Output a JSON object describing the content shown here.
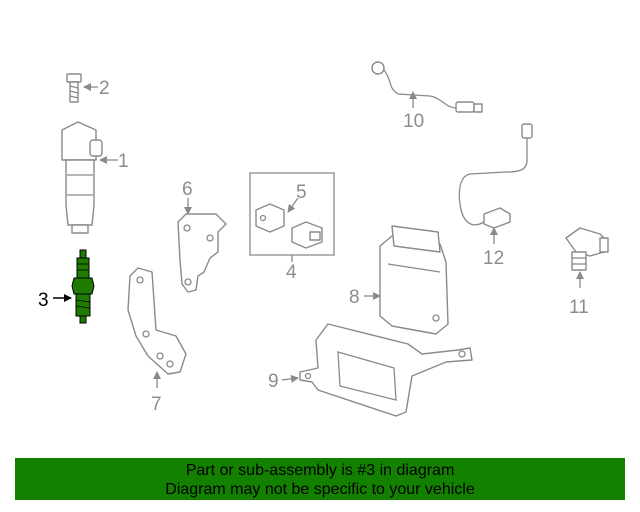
{
  "callouts": [
    "1",
    "2",
    "3",
    "4",
    "5",
    "6",
    "7",
    "8",
    "9",
    "10",
    "11",
    "12"
  ],
  "highlight_callout": "3",
  "highlight_color": "#1f7a00",
  "banner": {
    "line1": "Part or sub-assembly is #3 in diagram",
    "line2": "Diagram may not be specific to your vehicle",
    "background": "#138000"
  }
}
